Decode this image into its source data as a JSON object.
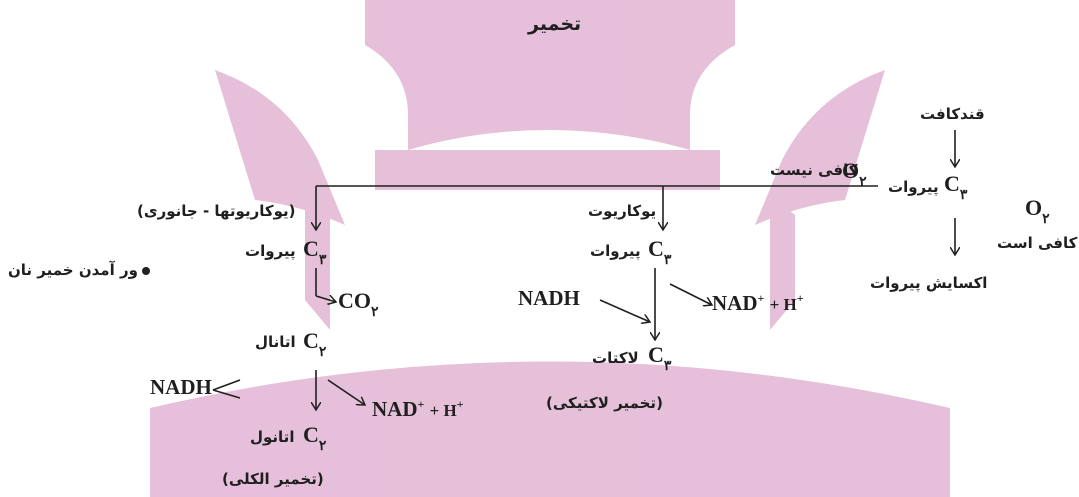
{
  "diagram": {
    "title": "تخمیر",
    "colors": {
      "watermark": "#c46aa6",
      "ink": "#1f1f1f"
    },
    "glycolysis": {
      "start": "قندکافت",
      "pyruvate_c": "C",
      "pyruvate_sub": "۳",
      "pyruvate_label": "پیروات",
      "o2_enough_o": "O",
      "o2_enough_sub": "۲",
      "o2_enough_label": "کافی است",
      "oxidation": "اکسایش پیروات"
    },
    "branch_header": {
      "o2_not_enough_o": "O",
      "o2_not_enough_sub": "۲",
      "o2_not_enough_label": "کافی نیست"
    },
    "lactic": {
      "organism": "یوکاریوت",
      "pyruvate_c": "C",
      "pyruvate_sub": "۳",
      "pyruvate_label": "پیروات",
      "nadh": "NADH",
      "nad_main": "NAD",
      "nad_sup": "+",
      "plus_h": "+ H",
      "h_sup": "+",
      "lactate_c": "C",
      "lactate_sub": "۳",
      "lactate_label": "لاکتات",
      "name": "(تخمیر لاکتیکی)"
    },
    "alcoholic": {
      "organism": "(یوکاریوتها - جانوری)",
      "pyruvate_c": "C",
      "pyruvate_sub": "۳",
      "pyruvate_label": "پیروات",
      "bread_note": "ور آمدن خمیر نان",
      "co2_main": "CO",
      "co2_sub": "۲",
      "ethanal_c": "C",
      "ethanal_sub": "۲",
      "ethanal_label": "اتانال",
      "nadh": "NADH",
      "nad_main": "NAD",
      "nad_sup": "+",
      "plus_h": "+ H",
      "h_sup": "+",
      "ethanol_c": "C",
      "ethanol_sub": "۲",
      "ethanol_label": "اتانول",
      "name": "(تخمیر الکلی)"
    }
  }
}
